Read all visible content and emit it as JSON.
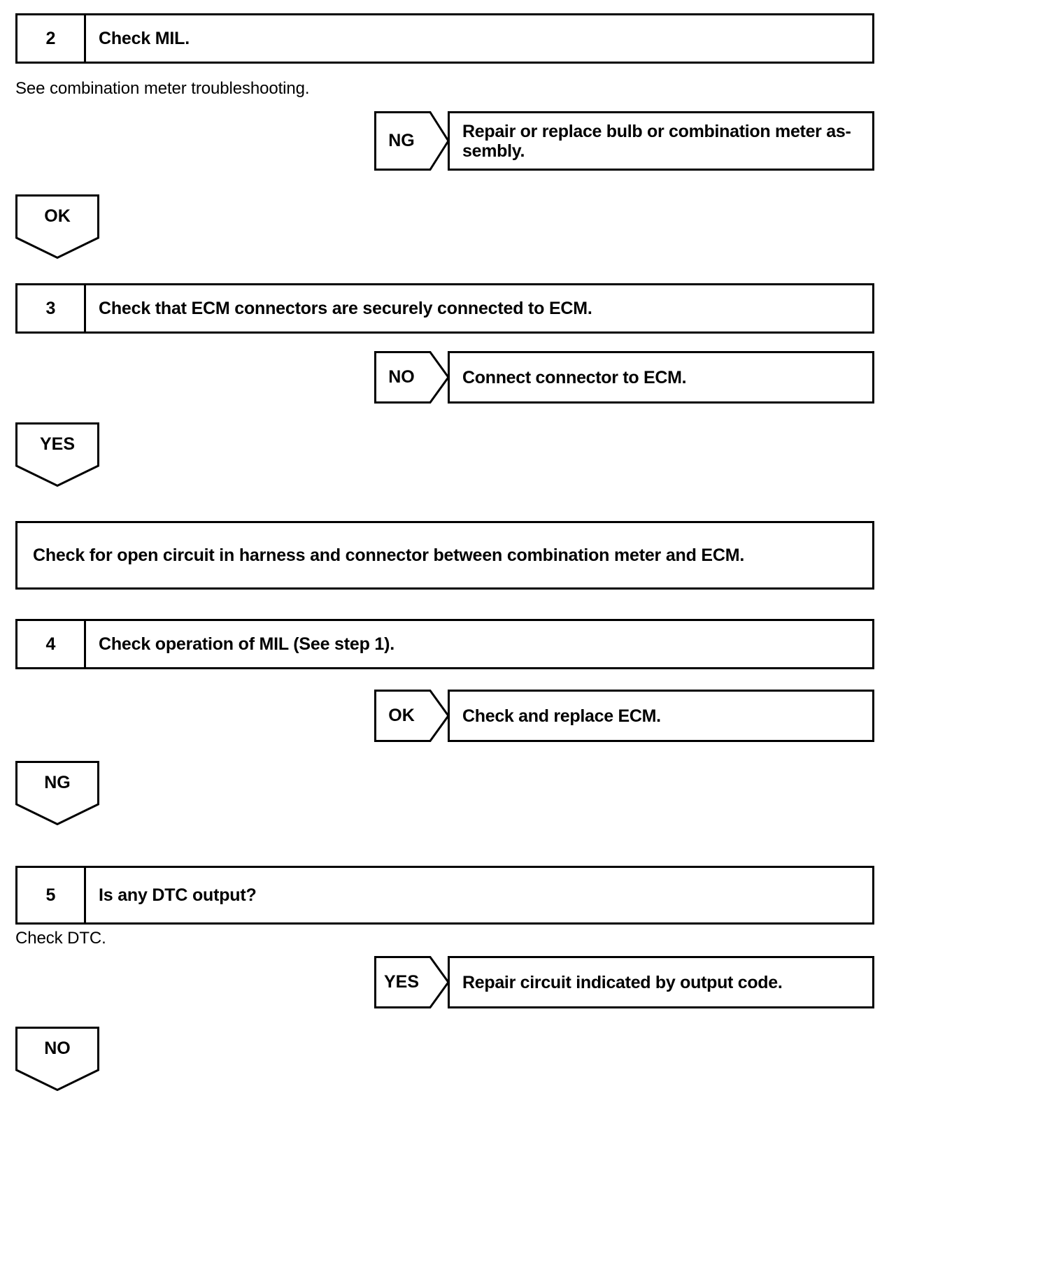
{
  "document": {
    "type": "automotive-troubleshooting-flowchart",
    "title": "MIL / DTC troubleshooting steps"
  },
  "steps": [
    {
      "number": "2",
      "text": "Check MIL.",
      "note": "See combination meter troubleshooting.",
      "branch": {
        "tag": "NG",
        "result": "Repair or replace bulb or combination meter as-sembly."
      },
      "continue_tag": "OK"
    },
    {
      "number": "3",
      "text": "Check that ECM connectors are securely connected to ECM.",
      "note": "",
      "branch": {
        "tag": "NO",
        "result": "Connect connector to ECM."
      },
      "continue_tag": "YES"
    },
    {
      "number": "4",
      "text": "Check operation of MIL (See step 1).",
      "note": "",
      "branch": {
        "tag": "OK",
        "result": "Check and replace ECM."
      },
      "continue_tag": "NG"
    },
    {
      "number": "5",
      "text": "Is any DTC output?",
      "note": "Check DTC.",
      "branch": {
        "tag": "YES",
        "result": "Repair circuit indicated by output code."
      },
      "continue_tag": "NO"
    }
  ],
  "action_box": {
    "text": "Check for open circuit in harness and connector between combination meter and ECM."
  },
  "colors": {
    "ink": "#000000",
    "paper": "#ffffff"
  }
}
